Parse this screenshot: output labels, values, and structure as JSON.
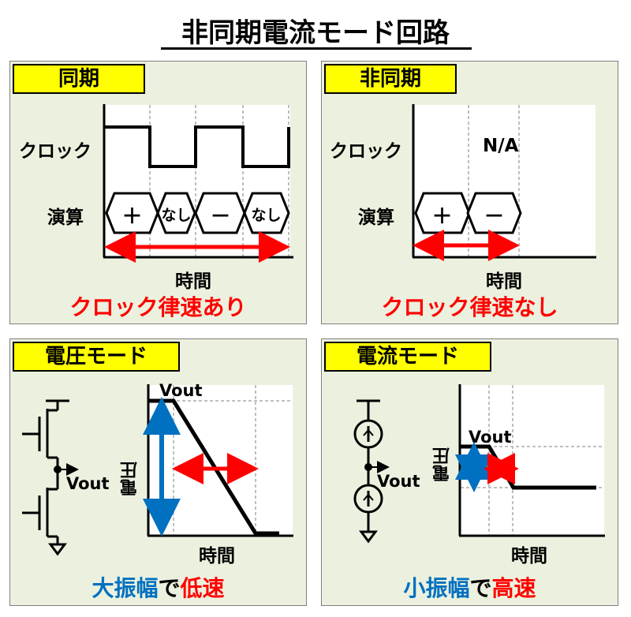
{
  "title": "非同期電流モード回路",
  "colors": {
    "panel_bg": "#ebf1de",
    "tag_bg": "#ffff00",
    "red": "#ff0000",
    "blue": "#0070c0"
  },
  "panels": {
    "sync": {
      "tag": "同期",
      "clock_label": "クロック",
      "op_label": "演算",
      "ops": [
        "＋",
        "なし",
        "－",
        "なし"
      ],
      "time_label": "時間",
      "caption": "クロック律速あり"
    },
    "async": {
      "tag": "非同期",
      "clock_label": "クロック",
      "clock_value": "N/A",
      "op_label": "演算",
      "ops": [
        "＋",
        "－"
      ],
      "time_label": "時間",
      "caption": "クロック律速なし"
    },
    "voltage": {
      "tag": "電圧モード",
      "vout_node": "Vout",
      "vout_axis": "Vout",
      "y_label": "電圧",
      "time_label": "時間",
      "caption_parts": [
        "大振幅",
        "で",
        "低速"
      ]
    },
    "current": {
      "tag": "電流モード",
      "vout_node": "Vout",
      "vout_axis": "Vout",
      "y_label": "電圧",
      "time_label": "時間",
      "caption_parts": [
        "小振幅",
        "で",
        "高速"
      ]
    }
  }
}
